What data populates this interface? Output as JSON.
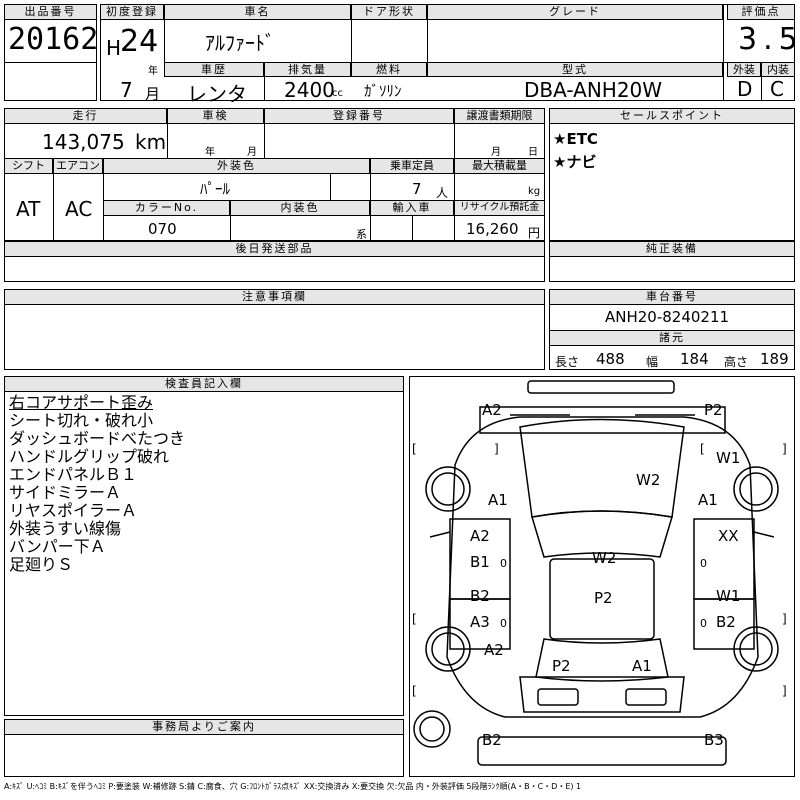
{
  "headers": {
    "lot_no": "出品番号",
    "first_reg": "初度登録",
    "car_name": "車名",
    "door": "ドア形状",
    "grade": "グレード",
    "rating": "評価点",
    "history": "車歴",
    "displacement": "排気量",
    "fuel": "燃料",
    "model": "型式",
    "exterior": "外装",
    "interior": "内装",
    "mileage": "走行",
    "inspection": "車検",
    "reg_no": "登録番号",
    "transfer_deadline": "譲渡書類期限",
    "sales_points": "セールスポイント",
    "shift": "シフト",
    "aircon": "エアコン",
    "ext_color": "外装色",
    "capacity": "乗車定員",
    "max_load": "最大積載量",
    "color_no": "カラーNo.",
    "int_color": "内装色",
    "import": "輸入車",
    "recycle": "リサイクル預託金",
    "later_parts": "後日発送部品",
    "genuine": "純正装備",
    "notes": "注意事項欄",
    "chassis": "車台番号",
    "specs": "諸元",
    "inspector": "検査員記入欄",
    "office": "事務局よりご案内"
  },
  "lot_no": "20162",
  "era": "H",
  "year": "24",
  "year_unit": "年",
  "month": "7",
  "month_unit": "月",
  "car_name": "ｱﾙﾌｧｰﾄﾞ",
  "rating": "3.5",
  "history": "レンタ",
  "displacement": "2400",
  "displacement_unit": "cc",
  "fuel": "ｶﾞｿﾘﾝ",
  "model": "DBA-ANH20W",
  "exterior_grade": "D",
  "interior_grade": "C",
  "mileage": "143,075",
  "mileage_unit": "km",
  "inspection_year_unit": "年",
  "inspection_month_unit": "月",
  "deadline_month_unit": "月",
  "deadline_day_unit": "日",
  "sales_points": [
    "★ETC",
    "★ナビ"
  ],
  "shift": "AT",
  "aircon": "AC",
  "ext_color": "ﾊﾟｰﾙ",
  "capacity": "7",
  "capacity_unit": "人",
  "load_unit": "kg",
  "color_no": "070",
  "int_color_suffix": "系",
  "recycle_fee": "16,260",
  "recycle_unit": "円",
  "chassis_no": "ANH20-8240211",
  "specs": {
    "length_label": "長さ",
    "length": "488",
    "width_label": "幅",
    "width": "184",
    "height_label": "高さ",
    "height": "189"
  },
  "remarks": [
    "右コアサポート歪み",
    "シート切れ・破れ小",
    "ダッシュボードべたつき",
    "ハンドルグリップ破れ",
    "エンドパネルＢ１",
    "サイドミラーＡ",
    "リヤスポイラーＡ",
    "外装うすい線傷",
    "バンパー下Ａ",
    "足廻りＳ"
  ],
  "diagram_marks": {
    "front_left": "A2",
    "front_right": "P2",
    "fender_right": "W1",
    "hood": "W2",
    "left_front_door_a": "A1",
    "right_front_door": "A1",
    "left_door_a2": "A2",
    "left_door_b1": "B1",
    "right_door_xx": "XX",
    "roof": "W2",
    "left_rear_b2": "B2",
    "left_rear_a3": "A3",
    "right_rear_w1": "W1",
    "right_rear_b2": "B2",
    "center_p2": "P2",
    "left_quarter": "A2",
    "rear_left_p2": "P2",
    "rear_right_a1": "A1",
    "rear_bumper_left": "B2",
    "rear_bumper_right": "B3",
    "zero": "0",
    "bracket_l": "[",
    "bracket_r": "]"
  },
  "legend": "A:ｷｽﾞ U:ﾍｺﾐ B:ｷｽﾞを伴うﾍｺﾐ P:要塗装 W:補修跡 S:錆 C:腐食、穴 G:ﾌﾛﾝﾄｶﾞﾗｽ点ｷｽﾞ XX:交換済み X:要交換 欠:欠品 内・外装評価 5段階ﾗﾝｸ順(A・B・C・D・E) 1"
}
